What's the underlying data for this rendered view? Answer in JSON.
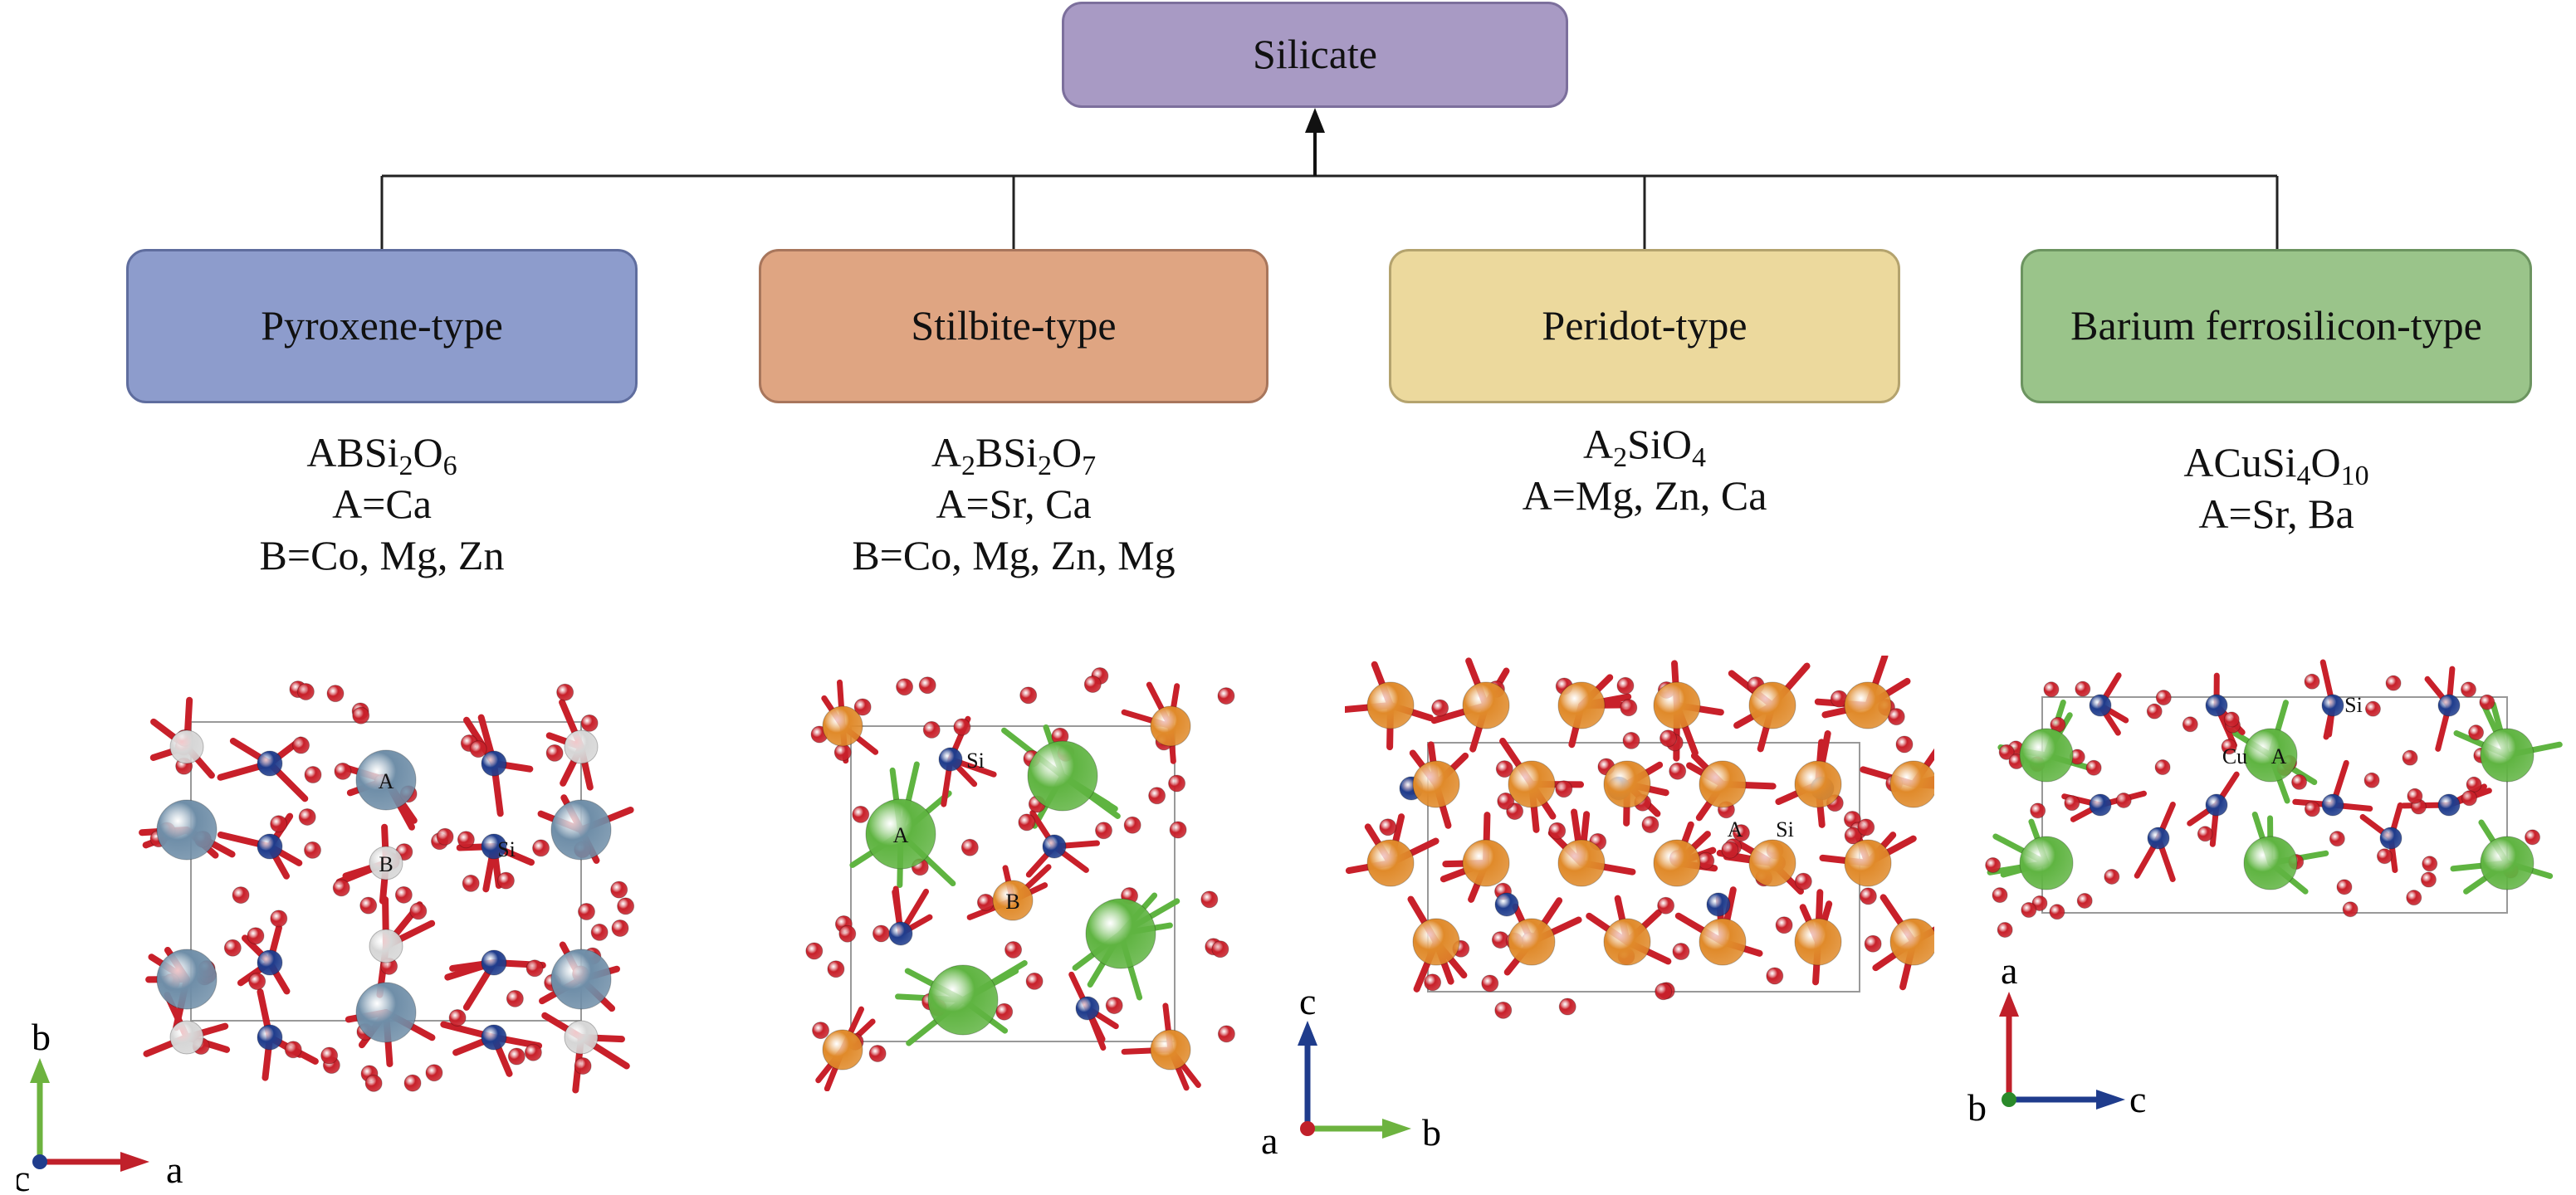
{
  "root": {
    "label": "Silicate"
  },
  "categories": [
    {
      "label": "Pyroxene-type",
      "formula": [
        "ABSi",
        "2",
        "O",
        "6"
      ],
      "lines": [
        "A=Ca",
        "B=Co, Mg, Zn"
      ],
      "atom_labels": [
        "A",
        "B",
        "Si"
      ],
      "axes": {
        "vertical": "b",
        "horizontal": "a",
        "origin": "c"
      }
    },
    {
      "label": "Stilbite-type",
      "formula": [
        "A",
        "2",
        "BSi",
        "2",
        "O",
        "7"
      ],
      "lines": [
        "A=Sr, Ca",
        "B=Co, Mg, Zn, Mg"
      ],
      "atom_labels": [
        "A",
        "B",
        "Si"
      ],
      "axes": null
    },
    {
      "label": "Peridot-type",
      "formula": [
        "A",
        "2",
        "SiO",
        "4"
      ],
      "lines": [
        "A=Mg, Zn, Ca"
      ],
      "atom_labels": [
        "A",
        "Si"
      ],
      "axes": {
        "vertical": "c",
        "horizontal": "b",
        "origin": "a"
      }
    },
    {
      "label": "Barium ferrosilicon-type",
      "formula": [
        "ACuSi",
        "4",
        "O",
        "10"
      ],
      "lines": [
        "A=Sr, Ba"
      ],
      "atom_labels": [
        "A",
        "Si",
        "Cu"
      ],
      "axes": {
        "vertical": "a",
        "horizontal": "c",
        "origin": "b"
      }
    }
  ],
  "colors": {
    "oxygen": "#c8202a",
    "silicon": "#1f3c8c",
    "pyroxene_A": "#6f8ea8",
    "pyroxene_B": "#d6d6d6",
    "stilbite_A": "#5fb441",
    "stilbite_B": "#e08a2a",
    "peridot_A": "#e08a2a",
    "ferro_A": "#5fb441",
    "axis_red": "#c0202a",
    "axis_green": "#6db33f",
    "axis_blue": "#1f3c8c"
  }
}
